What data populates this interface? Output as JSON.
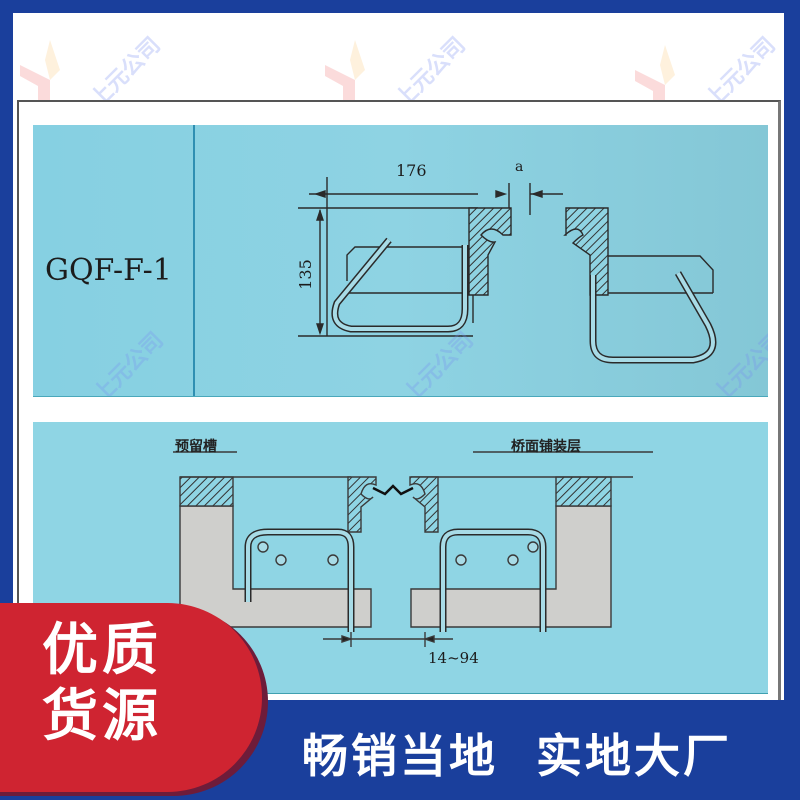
{
  "colors": {
    "frame_blue": "#1a3f9c",
    "panel_blue": "#8fd3e2",
    "banner_red": "#cf2431",
    "banner_shadow": "#6e1c3a",
    "text_white": "#ffffff",
    "drawing_ink": "#2a2a2a"
  },
  "watermark": {
    "text": "上元公司",
    "logo_icon": "y-logo-icon"
  },
  "top_diagram": {
    "model_label": "GQF-F-1",
    "dim_width": "176",
    "dim_height": "135",
    "dim_gap": "a"
  },
  "bottom_diagram": {
    "label_left": "预留槽",
    "label_right": "桥面铺装层",
    "dim_gap_range": "14~94"
  },
  "banner": {
    "line1": "优质",
    "line2": "货源"
  },
  "slogan": {
    "text": "畅销当地  实地大厂"
  }
}
